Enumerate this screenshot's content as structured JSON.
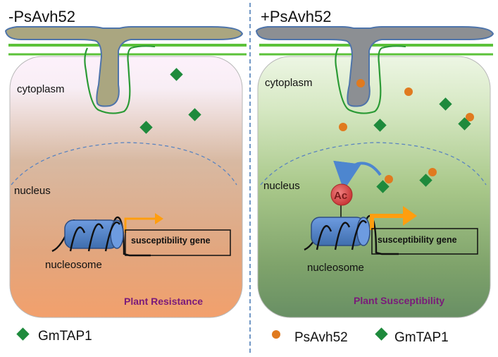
{
  "left_panel": {
    "title": "-PsAvh52",
    "cytoplasm_label": "cytoplasm",
    "nucleus_label": "nucleus",
    "nucleosome_label": "nucleosome",
    "gene_label": "susceptibility gene",
    "outcome_label": "Plant Resistance",
    "legend": [
      {
        "shape": "diamond",
        "color": "#1e8a3c",
        "label": "GmTAP1"
      }
    ]
  },
  "right_panel": {
    "title": "+PsAvh52",
    "cytoplasm_label": "cytoplasm",
    "nucleus_label": "nucleus",
    "nucleosome_label": "nucleosome",
    "gene_label": "susceptibility gene",
    "outcome_label": "Plant Susceptibility",
    "acetyl_label": "Ac",
    "legend": [
      {
        "shape": "circle",
        "color": "#e07a1f",
        "label": "PsAvh52"
      },
      {
        "shape": "diamond",
        "color": "#1e8a3c",
        "label": "GmTAP1"
      }
    ]
  },
  "colors": {
    "gmtap1": "#1e8a3c",
    "psavh52": "#e07a1f",
    "hypha": "#a8a57f",
    "hypha_right": "#8c8f93",
    "membrane": "#2e9a3a",
    "nucleosome": "#4a7fc4",
    "arrow": "#ff9e0f",
    "acetyl": "#d94848",
    "outcome_text": "#7a1a7a",
    "divider": "#4f7fb8"
  }
}
